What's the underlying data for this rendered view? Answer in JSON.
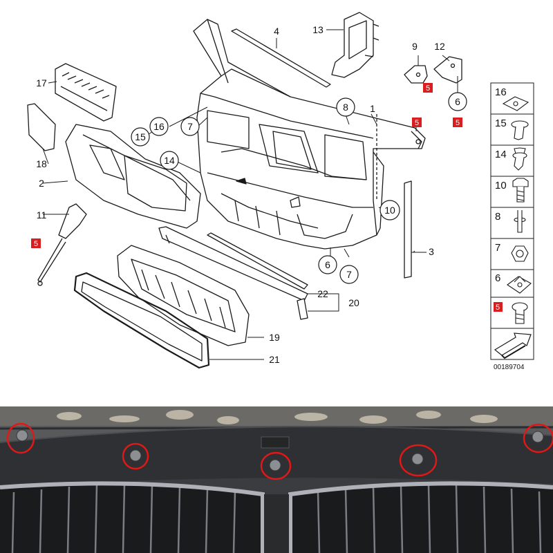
{
  "diagram": {
    "callouts": {
      "c1": "1",
      "c2": "2",
      "c3": "3",
      "c4": "4",
      "c6a": "6",
      "c6b": "6",
      "c7a": "7",
      "c7b": "7",
      "c8": "8",
      "c9": "9",
      "c10": "10",
      "c11": "11",
      "c12": "12",
      "c13": "13",
      "c14": "14",
      "c15": "15",
      "c16": "16",
      "c17": "17",
      "c18": "18",
      "c19": "19",
      "c20": "20",
      "c21": "21",
      "c22": "22",
      "r5a": "5",
      "r5b": "5",
      "r5c": "5",
      "r5d": "5"
    },
    "legend": [
      {
        "num": "16",
        "icon": "speed-nut-icon"
      },
      {
        "num": "15",
        "icon": "expanding-rivet-icon"
      },
      {
        "num": "14",
        "icon": "push-clip-icon"
      },
      {
        "num": "10",
        "icon": "hex-bolt-icon"
      },
      {
        "num": "8",
        "icon": "blind-rivet-icon"
      },
      {
        "num": "7",
        "icon": "hex-nut-icon"
      },
      {
        "num": "6",
        "icon": "clip-nut-icon"
      },
      {
        "num": "5",
        "icon": "torx-screw-icon"
      }
    ],
    "part_number": "00189704",
    "colors": {
      "accent_red": "#d81e1e",
      "line": "#1a1a1a",
      "photo_circle": "#e01818"
    }
  }
}
